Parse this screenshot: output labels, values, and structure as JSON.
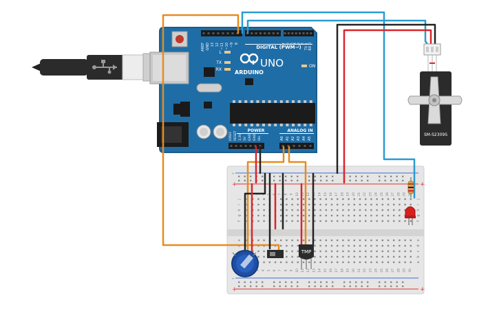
{
  "arduino": {
    "brand": "ARDUINO",
    "model": "UNO",
    "digital_label": "DIGITAL (PWM~)",
    "power_label": "POWER",
    "analog_label": "ANALOG IN",
    "on_label": "ON",
    "led_l": "L",
    "led_tx": "TX",
    "led_rx": "RX",
    "top_pins": [
      "AREF",
      "GND",
      "13",
      "12",
      "~11",
      "~10",
      "~9",
      "8",
      "7",
      "~6",
      "~5",
      "4",
      "~3",
      "2",
      "TX 1",
      "RX 0"
    ],
    "power_pins": [
      "IOREF",
      "RESET",
      "3.3V",
      "5V",
      "GND",
      "GND",
      "Vin"
    ],
    "analog_pins": [
      "A0",
      "A1",
      "A2",
      "A3",
      "A4",
      "A5"
    ]
  },
  "servo": {
    "label": "SM-S2309S"
  },
  "sensor": {
    "label": "TMP"
  },
  "breadboard": {
    "row_letters_top": [
      "j",
      "i",
      "h",
      "g",
      "f"
    ],
    "row_letters_bottom": [
      "e",
      "d",
      "c",
      "b",
      "a"
    ],
    "column_numbers": [
      "1",
      "2",
      "3",
      "4",
      "5",
      "6",
      "7",
      "8",
      "9",
      "10",
      "11",
      "12",
      "13",
      "14",
      "15",
      "16",
      "17",
      "18",
      "19",
      "20",
      "21",
      "22",
      "23",
      "24",
      "25",
      "26",
      "27",
      "28",
      "29",
      "30"
    ],
    "rail_plus": "+",
    "rail_minus": "-"
  },
  "colors": {
    "board": "#1f6da6",
    "board_edge": "#1a5c8c",
    "wire_orange": "#e88b1e",
    "wire_blue": "#2a9ad0",
    "wire_red": "#d9252a",
    "wire_black": "#222222",
    "breadboard": "#e6e6e6",
    "rail_red": "#e03131",
    "rail_blue": "#3a6fd6",
    "pot_blue": "#1e4fa3",
    "led_red": "#d62020"
  }
}
